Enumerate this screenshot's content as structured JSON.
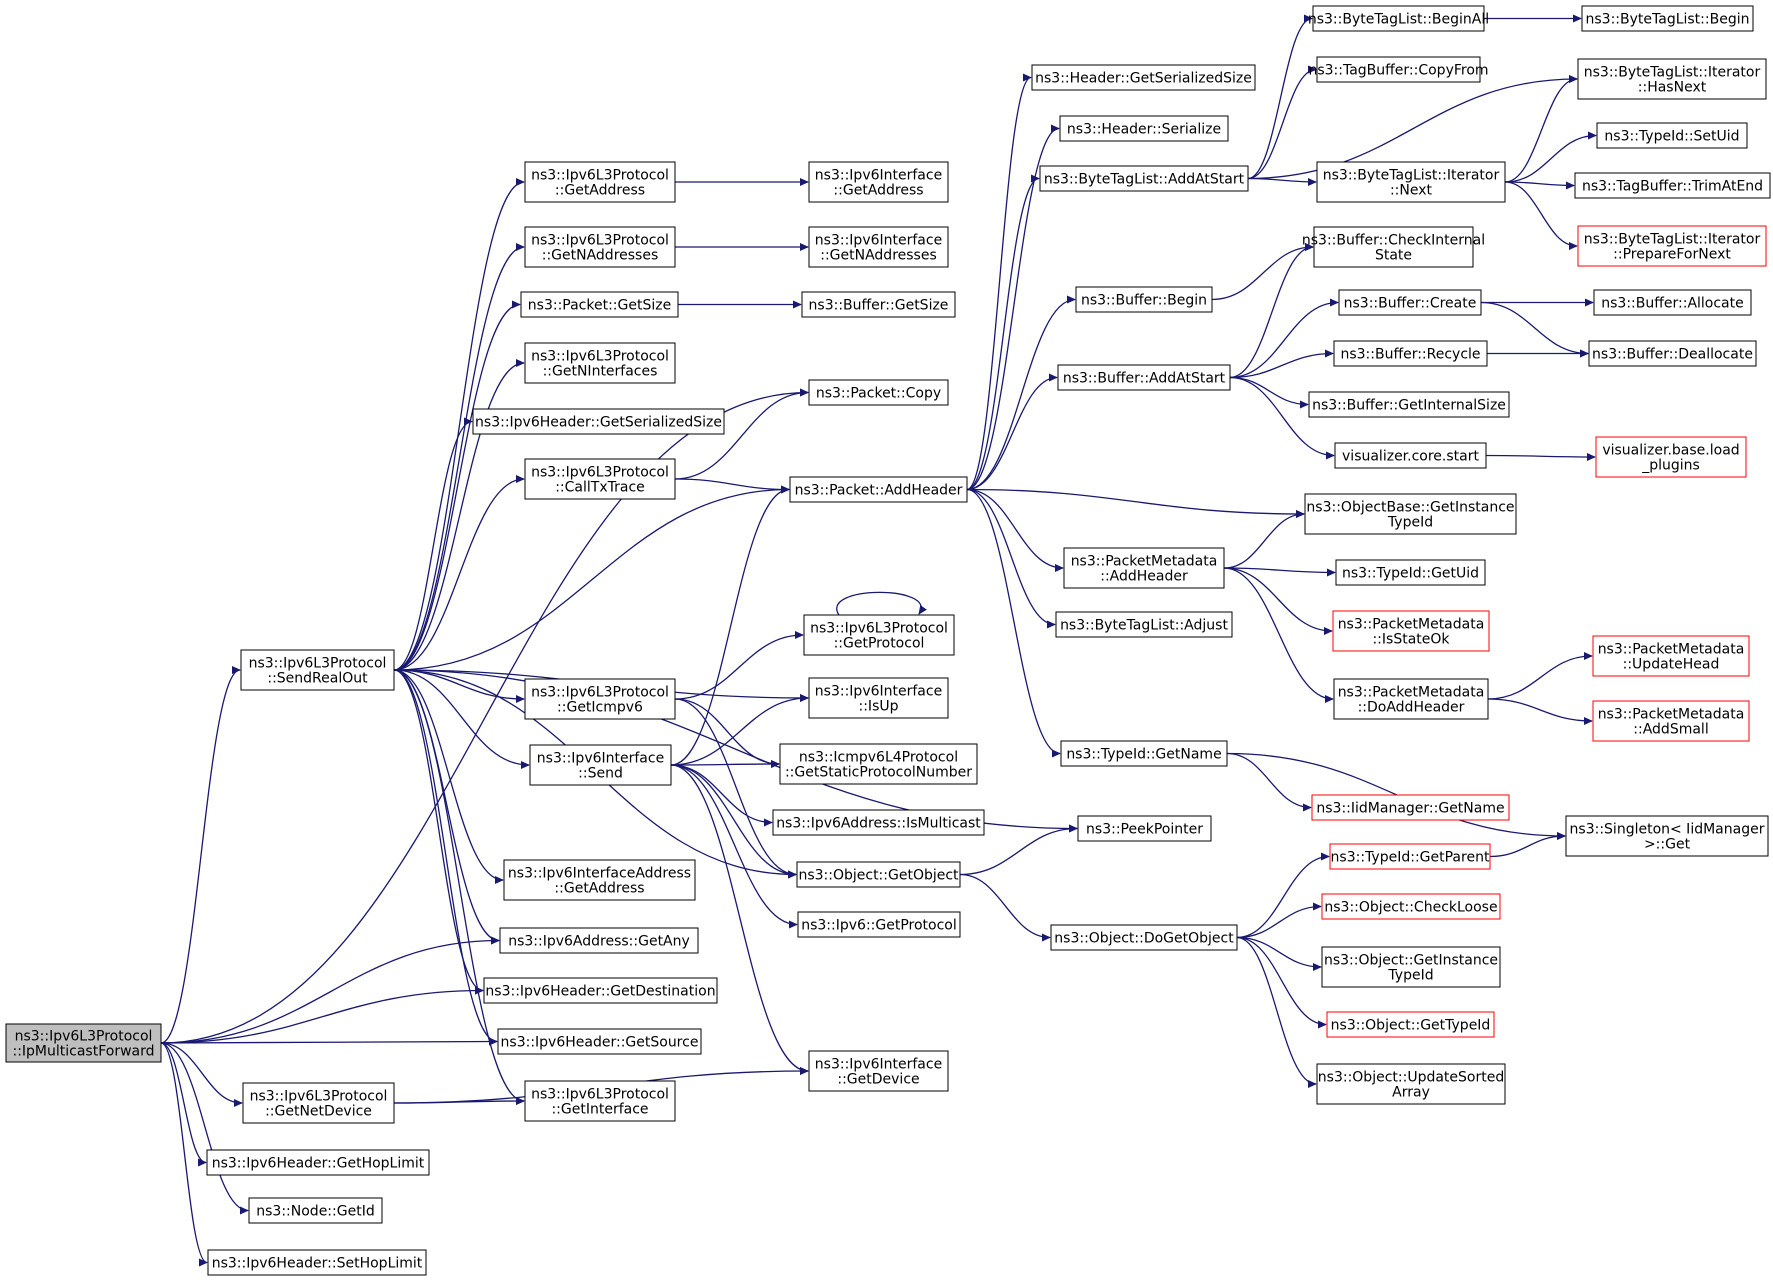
{
  "diagram": {
    "type": "call-graph",
    "colors": {
      "edge": "#191970",
      "node_border": "#000000",
      "node_border_truncated": "#ff0000",
      "root_fill": "#bfbfbf",
      "node_fill": "#ffffff"
    },
    "nodes": [
      {
        "id": "root",
        "lines": [
          "ns3::Ipv6L3Protocol",
          "::IpMulticastForward"
        ],
        "root": true
      },
      {
        "id": "sendRealOut",
        "lines": [
          "ns3::Ipv6L3Protocol",
          "::SendRealOut"
        ]
      },
      {
        "id": "getNetDevice",
        "lines": [
          "ns3::Ipv6L3Protocol",
          "::GetNetDevice"
        ]
      },
      {
        "id": "hdrGetHopLimit",
        "lines": [
          "ns3::Ipv6Header::GetHopLimit"
        ]
      },
      {
        "id": "nodeGetId",
        "lines": [
          "ns3::Node::GetId"
        ]
      },
      {
        "id": "hdrSetHopLimit",
        "lines": [
          "ns3::Ipv6Header::SetHopLimit"
        ]
      },
      {
        "id": "l3GetAddress",
        "lines": [
          "ns3::Ipv6L3Protocol",
          "::GetAddress"
        ]
      },
      {
        "id": "l3GetNAddresses",
        "lines": [
          "ns3::Ipv6L3Protocol",
          "::GetNAddresses"
        ]
      },
      {
        "id": "pktGetSize",
        "lines": [
          "ns3::Packet::GetSize"
        ]
      },
      {
        "id": "l3GetNInterfaces",
        "lines": [
          "ns3::Ipv6L3Protocol",
          "::GetNInterfaces"
        ]
      },
      {
        "id": "hdrGetSerSize",
        "lines": [
          "ns3::Ipv6Header::GetSerializedSize"
        ]
      },
      {
        "id": "callTxTrace",
        "lines": [
          "ns3::Ipv6L3Protocol",
          "::CallTxTrace"
        ]
      },
      {
        "id": "getIcmpv6",
        "lines": [
          "ns3::Ipv6L3Protocol",
          "::GetIcmpv6"
        ]
      },
      {
        "id": "ifSend",
        "lines": [
          "ns3::Ipv6Interface",
          "::Send"
        ]
      },
      {
        "id": "ifAddrGetAddress",
        "lines": [
          "ns3::Ipv6InterfaceAddress",
          "::GetAddress"
        ]
      },
      {
        "id": "addrGetAny",
        "lines": [
          "ns3::Ipv6Address::GetAny"
        ]
      },
      {
        "id": "hdrGetDest",
        "lines": [
          "ns3::Ipv6Header::GetDestination"
        ]
      },
      {
        "id": "hdrGetSource",
        "lines": [
          "ns3::Ipv6Header::GetSource"
        ]
      },
      {
        "id": "l3GetInterface",
        "lines": [
          "ns3::Ipv6L3Protocol",
          "::GetInterface"
        ]
      },
      {
        "id": "ifGetAddress",
        "lines": [
          "ns3::Ipv6Interface",
          "::GetAddress"
        ]
      },
      {
        "id": "ifGetNAddresses",
        "lines": [
          "ns3::Ipv6Interface",
          "::GetNAddresses"
        ]
      },
      {
        "id": "bufGetSize",
        "lines": [
          "ns3::Buffer::GetSize"
        ]
      },
      {
        "id": "pktCopy",
        "lines": [
          "ns3::Packet::Copy"
        ]
      },
      {
        "id": "pktAddHeader",
        "lines": [
          "ns3::Packet::AddHeader"
        ]
      },
      {
        "id": "l3GetProtocol",
        "lines": [
          "ns3::Ipv6L3Protocol",
          "::GetProtocol"
        ]
      },
      {
        "id": "ifIsUp",
        "lines": [
          "ns3::Ipv6Interface",
          "::IsUp"
        ]
      },
      {
        "id": "icmpGetStatic",
        "lines": [
          "ns3::Icmpv6L4Protocol",
          "::GetStaticProtocolNumber"
        ]
      },
      {
        "id": "addrIsMulticast",
        "lines": [
          "ns3::Ipv6Address::IsMulticast"
        ]
      },
      {
        "id": "objGetObject",
        "lines": [
          "ns3::Object::GetObject"
        ]
      },
      {
        "id": "ipv6GetProtocol",
        "lines": [
          "ns3::Ipv6::GetProtocol"
        ]
      },
      {
        "id": "ifGetDevice",
        "lines": [
          "ns3::Ipv6Interface",
          "::GetDevice"
        ]
      },
      {
        "id": "hdrGetSerializedSize",
        "lines": [
          "ns3::Header::GetSerializedSize"
        ]
      },
      {
        "id": "hdrSerialize",
        "lines": [
          "ns3::Header::Serialize"
        ]
      },
      {
        "id": "btlAddAtStart",
        "lines": [
          "ns3::ByteTagList::AddAtStart"
        ]
      },
      {
        "id": "bufBegin",
        "lines": [
          "ns3::Buffer::Begin"
        ]
      },
      {
        "id": "bufAddAtStart",
        "lines": [
          "ns3::Buffer::AddAtStart"
        ]
      },
      {
        "id": "pmAddHeader",
        "lines": [
          "ns3::PacketMetadata",
          "::AddHeader"
        ]
      },
      {
        "id": "btlAdjust",
        "lines": [
          "ns3::ByteTagList::Adjust"
        ]
      },
      {
        "id": "tidGetName",
        "lines": [
          "ns3::TypeId::GetName"
        ]
      },
      {
        "id": "peekPointer",
        "lines": [
          "ns3::PeekPointer"
        ]
      },
      {
        "id": "objDoGetObject",
        "lines": [
          "ns3::Object::DoGetObject"
        ]
      },
      {
        "id": "btlBeginAll",
        "lines": [
          "ns3::ByteTagList::BeginAll"
        ]
      },
      {
        "id": "tbCopyFrom",
        "lines": [
          "ns3::TagBuffer::CopyFrom"
        ]
      },
      {
        "id": "btlItNext",
        "lines": [
          "ns3::ByteTagList::Iterator",
          "::Next"
        ]
      },
      {
        "id": "bufCheckInternal",
        "lines": [
          "ns3::Buffer::CheckInternal",
          "State"
        ]
      },
      {
        "id": "bufCreate",
        "lines": [
          "ns3::Buffer::Create"
        ]
      },
      {
        "id": "bufRecycle",
        "lines": [
          "ns3::Buffer::Recycle"
        ]
      },
      {
        "id": "bufGetInternalSize",
        "lines": [
          "ns3::Buffer::GetInternalSize"
        ]
      },
      {
        "id": "vizCoreStart",
        "lines": [
          "visualizer.core.start"
        ]
      },
      {
        "id": "obGetInstTypeId",
        "lines": [
          "ns3::ObjectBase::GetInstance",
          "TypeId"
        ]
      },
      {
        "id": "tidGetUid",
        "lines": [
          "ns3::TypeId::GetUid"
        ]
      },
      {
        "id": "pmIsStateOk",
        "lines": [
          "ns3::PacketMetadata",
          "::IsStateOk"
        ],
        "truncated": true
      },
      {
        "id": "pmDoAddHeader",
        "lines": [
          "ns3::PacketMetadata",
          "::DoAddHeader"
        ]
      },
      {
        "id": "iidGetName",
        "lines": [
          "ns3::IidManager::GetName"
        ],
        "truncated": true
      },
      {
        "id": "tidGetParent",
        "lines": [
          "ns3::TypeId::GetParent"
        ],
        "truncated": true
      },
      {
        "id": "objCheckLoose",
        "lines": [
          "ns3::Object::CheckLoose"
        ],
        "truncated": true
      },
      {
        "id": "objGetInstTypeId",
        "lines": [
          "ns3::Object::GetInstance",
          "TypeId"
        ]
      },
      {
        "id": "objGetTypeId",
        "lines": [
          "ns3::Object::GetTypeId"
        ],
        "truncated": true
      },
      {
        "id": "objUpdateSorted",
        "lines": [
          "ns3::Object::UpdateSorted",
          "Array"
        ]
      },
      {
        "id": "btlBegin",
        "lines": [
          "ns3::ByteTagList::Begin"
        ]
      },
      {
        "id": "btlItHasNext",
        "lines": [
          "ns3::ByteTagList::Iterator",
          "::HasNext"
        ]
      },
      {
        "id": "tidSetUid",
        "lines": [
          "ns3::TypeId::SetUid"
        ]
      },
      {
        "id": "tbTrimAtEnd",
        "lines": [
          "ns3::TagBuffer::TrimAtEnd"
        ]
      },
      {
        "id": "btlItPrepare",
        "lines": [
          "ns3::ByteTagList::Iterator",
          "::PrepareForNext"
        ],
        "truncated": true
      },
      {
        "id": "bufAllocate",
        "lines": [
          "ns3::Buffer::Allocate"
        ]
      },
      {
        "id": "bufDeallocate",
        "lines": [
          "ns3::Buffer::Deallocate"
        ]
      },
      {
        "id": "vizLoadPlugins",
        "lines": [
          "visualizer.base.load",
          "_plugins"
        ],
        "truncated": true
      },
      {
        "id": "pmUpdateHead",
        "lines": [
          "ns3::PacketMetadata",
          "::UpdateHead"
        ],
        "truncated": true
      },
      {
        "id": "pmAddSmall",
        "lines": [
          "ns3::PacketMetadata",
          "::AddSmall"
        ],
        "truncated": true
      },
      {
        "id": "singletonGet",
        "lines": [
          "ns3::Singleton< IidManager",
          ">::Get"
        ]
      }
    ],
    "edges": [
      [
        "root",
        "sendRealOut"
      ],
      [
        "root",
        "pktCopy"
      ],
      [
        "root",
        "addrGetAny"
      ],
      [
        "root",
        "hdrGetDest"
      ],
      [
        "root",
        "hdrGetSource"
      ],
      [
        "root",
        "getNetDevice"
      ],
      [
        "root",
        "hdrGetHopLimit"
      ],
      [
        "root",
        "nodeGetId"
      ],
      [
        "root",
        "hdrSetHopLimit"
      ],
      [
        "sendRealOut",
        "l3GetAddress"
      ],
      [
        "sendRealOut",
        "l3GetNAddresses"
      ],
      [
        "sendRealOut",
        "pktGetSize"
      ],
      [
        "sendRealOut",
        "l3GetNInterfaces"
      ],
      [
        "sendRealOut",
        "hdrGetSerSize"
      ],
      [
        "sendRealOut",
        "callTxTrace"
      ],
      [
        "sendRealOut",
        "pktAddHeader"
      ],
      [
        "sendRealOut",
        "peekPointer"
      ],
      [
        "sendRealOut",
        "ifIsUp"
      ],
      [
        "sendRealOut",
        "getIcmpv6"
      ],
      [
        "sendRealOut",
        "ifSend"
      ],
      [
        "sendRealOut",
        "objGetObject"
      ],
      [
        "sendRealOut",
        "ifAddrGetAddress"
      ],
      [
        "sendRealOut",
        "addrGetAny"
      ],
      [
        "sendRealOut",
        "hdrGetDest"
      ],
      [
        "sendRealOut",
        "hdrGetSource"
      ],
      [
        "sendRealOut",
        "l3GetInterface"
      ],
      [
        "getNetDevice",
        "l3GetInterface"
      ],
      [
        "getNetDevice",
        "ifGetDevice"
      ],
      [
        "l3GetAddress",
        "ifGetAddress"
      ],
      [
        "l3GetNAddresses",
        "ifGetNAddresses"
      ],
      [
        "pktGetSize",
        "bufGetSize"
      ],
      [
        "callTxTrace",
        "pktCopy"
      ],
      [
        "callTxTrace",
        "pktAddHeader"
      ],
      [
        "getIcmpv6",
        "l3GetProtocol"
      ],
      [
        "getIcmpv6",
        "icmpGetStatic"
      ],
      [
        "getIcmpv6",
        "objGetObject"
      ],
      [
        "ifSend",
        "pktAddHeader"
      ],
      [
        "ifSend",
        "ifIsUp"
      ],
      [
        "ifSend",
        "icmpGetStatic"
      ],
      [
        "ifSend",
        "addrIsMulticast"
      ],
      [
        "ifSend",
        "objGetObject"
      ],
      [
        "ifSend",
        "ipv6GetProtocol"
      ],
      [
        "ifSend",
        "ifGetDevice"
      ],
      [
        "l3GetProtocol",
        "l3GetProtocol"
      ],
      [
        "pktAddHeader",
        "hdrGetSerializedSize"
      ],
      [
        "pktAddHeader",
        "hdrSerialize"
      ],
      [
        "pktAddHeader",
        "btlAddAtStart"
      ],
      [
        "pktAddHeader",
        "bufBegin"
      ],
      [
        "pktAddHeader",
        "bufAddAtStart"
      ],
      [
        "pktAddHeader",
        "obGetInstTypeId"
      ],
      [
        "pktAddHeader",
        "pmAddHeader"
      ],
      [
        "pktAddHeader",
        "btlAdjust"
      ],
      [
        "pktAddHeader",
        "tidGetName"
      ],
      [
        "objGetObject",
        "peekPointer"
      ],
      [
        "objGetObject",
        "objDoGetObject"
      ],
      [
        "btlAddAtStart",
        "btlBeginAll"
      ],
      [
        "btlAddAtStart",
        "tbCopyFrom"
      ],
      [
        "btlAddAtStart",
        "btlItHasNext"
      ],
      [
        "btlAddAtStart",
        "btlItNext"
      ],
      [
        "bufBegin",
        "bufCheckInternal"
      ],
      [
        "bufAddAtStart",
        "bufCheckInternal"
      ],
      [
        "bufAddAtStart",
        "bufCreate"
      ],
      [
        "bufAddAtStart",
        "bufRecycle"
      ],
      [
        "bufAddAtStart",
        "bufGetInternalSize"
      ],
      [
        "bufAddAtStart",
        "vizCoreStart"
      ],
      [
        "pmAddHeader",
        "obGetInstTypeId"
      ],
      [
        "pmAddHeader",
        "tidGetUid"
      ],
      [
        "pmAddHeader",
        "pmIsStateOk"
      ],
      [
        "pmAddHeader",
        "pmDoAddHeader"
      ],
      [
        "tidGetName",
        "iidGetName"
      ],
      [
        "tidGetName",
        "singletonGet"
      ],
      [
        "objDoGetObject",
        "tidGetParent"
      ],
      [
        "objDoGetObject",
        "objCheckLoose"
      ],
      [
        "objDoGetObject",
        "objGetInstTypeId"
      ],
      [
        "objDoGetObject",
        "objGetTypeId"
      ],
      [
        "objDoGetObject",
        "objUpdateSorted"
      ],
      [
        "btlBeginAll",
        "btlBegin"
      ],
      [
        "btlItNext",
        "btlItHasNext"
      ],
      [
        "btlItNext",
        "tidSetUid"
      ],
      [
        "btlItNext",
        "tbTrimAtEnd"
      ],
      [
        "btlItNext",
        "btlItPrepare"
      ],
      [
        "bufCreate",
        "bufAllocate"
      ],
      [
        "bufCreate",
        "bufDeallocate"
      ],
      [
        "bufRecycle",
        "bufDeallocate"
      ],
      [
        "vizCoreStart",
        "vizLoadPlugins"
      ],
      [
        "pmDoAddHeader",
        "pmUpdateHead"
      ],
      [
        "pmDoAddHeader",
        "pmAddSmall"
      ],
      [
        "tidGetParent",
        "singletonGet"
      ]
    ]
  }
}
